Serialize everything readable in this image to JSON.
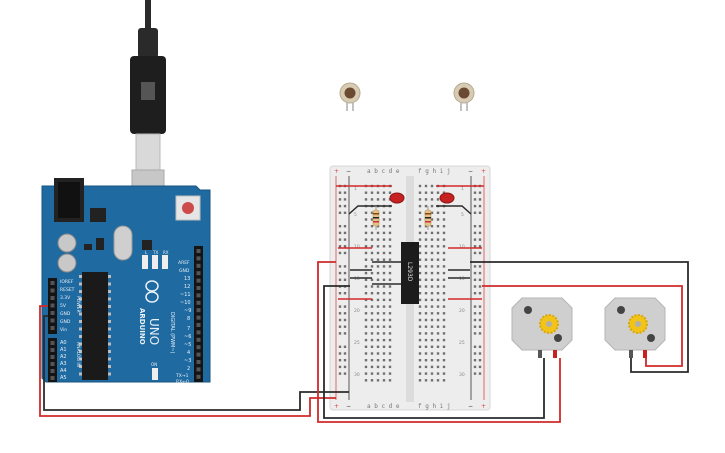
{
  "arduino": {
    "brand": "ARDUINO",
    "model": "UNO",
    "labels": {
      "ioref": "IOREF",
      "reset": "RESET",
      "v33": "3.3V",
      "v5": "5V",
      "gnd1": "GND",
      "gnd2": "GND",
      "vin": "Vin",
      "power": "POWER",
      "analog_in": "ANALOG IN",
      "a0": "A0",
      "a1": "A1",
      "a2": "A2",
      "a3": "A3",
      "a4": "A4",
      "a5": "A5",
      "aref": "AREF",
      "gnd_top": "GND",
      "d13": "13",
      "d12": "12",
      "d11": "~11",
      "d10": "~10",
      "d9": "~9",
      "d8": "8",
      "d7": "7",
      "d6": "~6",
      "d5": "~5",
      "d4": "4",
      "d3": "~3",
      "d2": "2",
      "tx": "TX→1",
      "rx": "RX←0",
      "digital": "DIGITAL (PWM~)",
      "led_l": "L",
      "led_tx": "TX",
      "led_rx": "RX",
      "on": "ON"
    }
  },
  "breadboard": {
    "col_left": "a b c d e",
    "col_right": "f g h i j",
    "rows": [
      "1",
      "5",
      "10",
      "15",
      "20",
      "25",
      "30"
    ],
    "plus": "+",
    "minus": "−"
  },
  "chip": {
    "label": "L293D"
  },
  "colors": {
    "board": "#1f6aa0",
    "wire_red": "#d12a2a",
    "wire_black": "#2b2b2b",
    "motor_body": "#cfcfcf",
    "motor_gear": "#f2c417",
    "led": "#c62222"
  }
}
